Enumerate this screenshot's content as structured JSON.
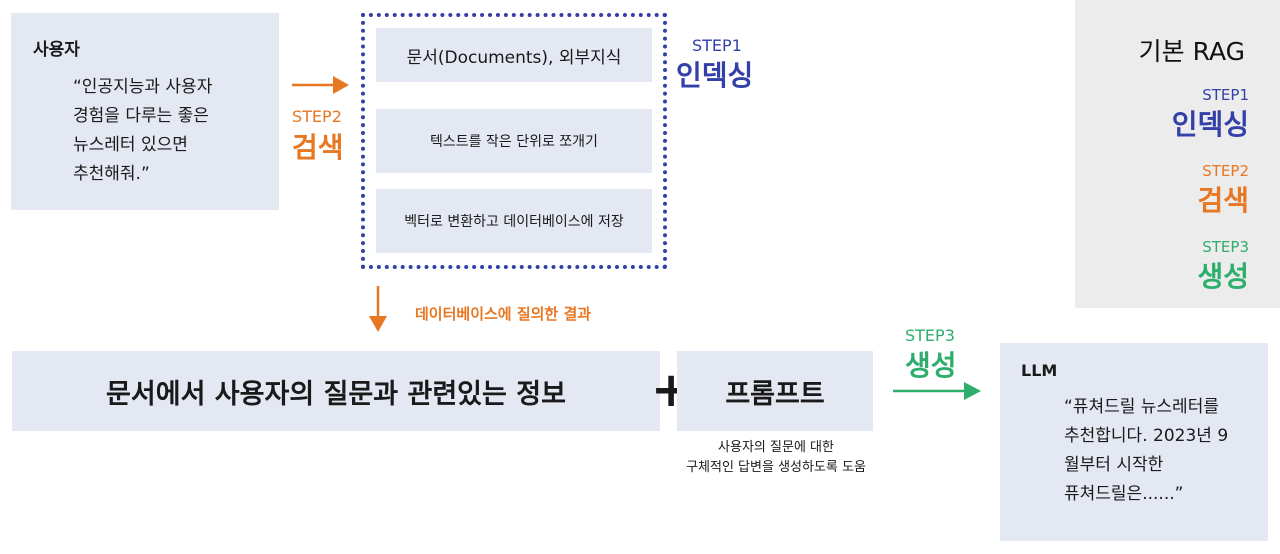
{
  "colors": {
    "step1": "#3340a8",
    "step2": "#e87722",
    "step3": "#2eae6c",
    "box": "#e4e8f2",
    "panel": "#ececec"
  },
  "user": {
    "title": "사용자",
    "quote": "“인공지능과 사용자\n경험을 다루는 좋은\n뉴스레터 있으면\n추천해줘.”"
  },
  "indexing": {
    "rows": [
      "문서(Documents), 외부지식",
      "텍스트를 작은 단위로 쪼개기",
      "벡터로 변환하고 데이터베이스에 저장"
    ],
    "step_label": "STEP1",
    "step_name": "인덱싱"
  },
  "search": {
    "step_label": "STEP2",
    "step_name": "검색"
  },
  "query_result": "데이터베이스에 질의한 결과",
  "combined": "문서에서 사용자의 질문과 관련있는 정보",
  "plus": "+",
  "prompt": {
    "title": "프롬프트",
    "note": "사용자의 질문에 대한\n구체적인 답변을 생성하도록 도움"
  },
  "generation": {
    "step_label": "STEP3",
    "step_name": "생성"
  },
  "llm": {
    "title": "LLM",
    "quote": "“퓨쳐드릴 뉴스레터를\n추천합니다. 2023년 9\n월부터 시작한\n퓨쳐드릴은......”"
  },
  "legend": {
    "title": "기본 RAG",
    "steps": [
      {
        "label": "STEP1",
        "name": "인덱싱"
      },
      {
        "label": "STEP2",
        "name": "검색"
      },
      {
        "label": "STEP3",
        "name": "생성"
      }
    ]
  }
}
